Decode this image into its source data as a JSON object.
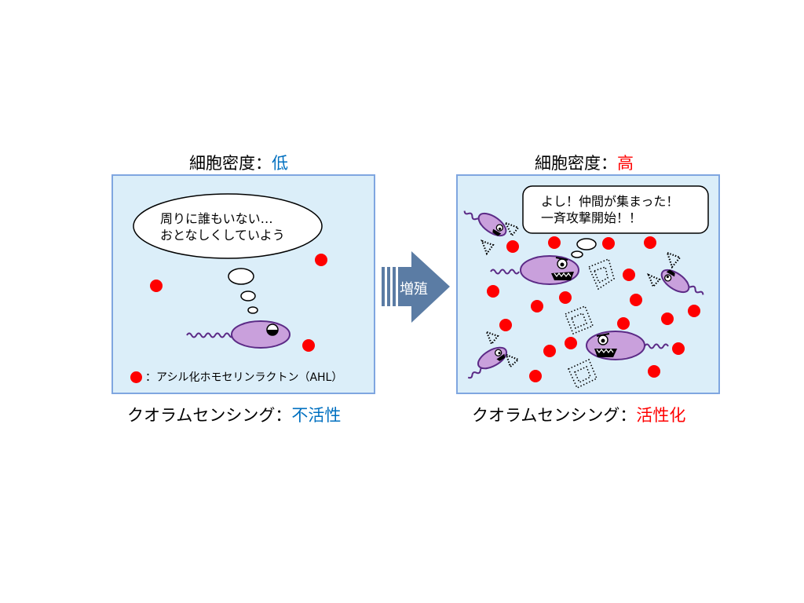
{
  "left": {
    "title_prefix": "細胞密度：",
    "title_value": "低",
    "thought_line1": "周りに誰もいない…",
    "thought_line2": "おとなしくしていよう",
    "legend_text": "：アシル化ホモセリンラクトン（AHL）",
    "caption_prefix": "クオラムセンシング：",
    "caption_value": "不活性"
  },
  "arrow": {
    "label": "増殖"
  },
  "right": {
    "title_prefix": "細胞密度：",
    "title_value": "高",
    "speech_line1": "よし！仲間が集まった！",
    "speech_line2": "一斉攻撃開始！！",
    "caption_prefix": "クオラムセンシング：",
    "caption_value": "活性化"
  },
  "colors": {
    "panel_bg": "#dbeef9",
    "panel_border": "#7fa6e0",
    "ahl_dot": "#ff0000",
    "bacterium_body": "#c9a0dc",
    "flagellum": "#5b2a86",
    "arrow": "#5b7ca4",
    "low_value": "#0070c0",
    "high_value": "#ff0000"
  }
}
